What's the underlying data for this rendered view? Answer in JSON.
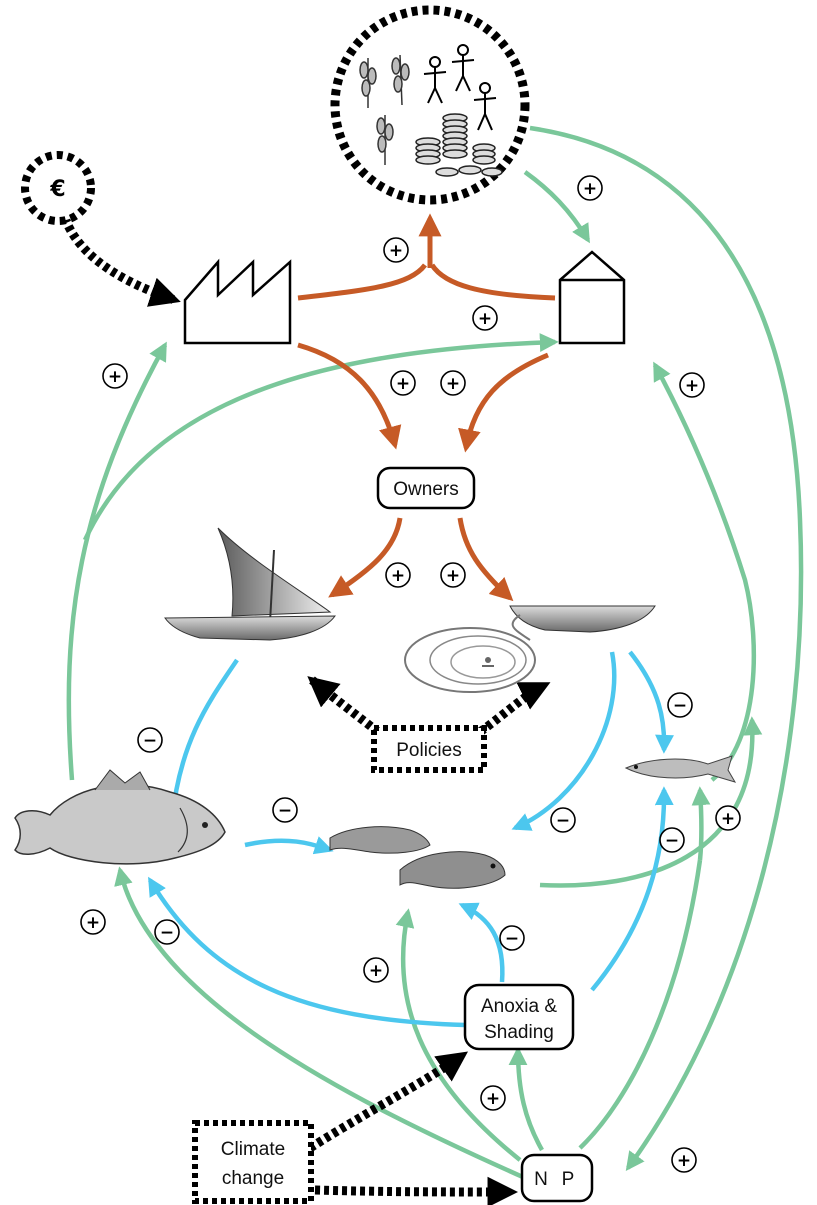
{
  "nodes": {
    "owners": "Owners",
    "policies": "Policies",
    "anoxia_line1": "Anoxia &",
    "anoxia_line2": "Shading",
    "climate_line1": "Climate",
    "climate_line2": "change",
    "np_n": "N",
    "np_p": "P",
    "euro_symbol": "€"
  },
  "signs": {
    "plus": "+",
    "minus": "−"
  },
  "colors": {
    "positive_link": "#7ac79a",
    "negative_link": "#4cc7ee",
    "economic_link": "#c65a26",
    "driver_link": "#000000"
  },
  "icons": {
    "society": "society-icon",
    "factory": "factory-icon",
    "house": "house-icon",
    "dhow": "sailboat-icon",
    "canoe_net": "canoe-net-icon",
    "nile_perch": "nile-perch-icon",
    "cichlids": "cichlid-icon",
    "dagaa": "dagaa-icon"
  }
}
